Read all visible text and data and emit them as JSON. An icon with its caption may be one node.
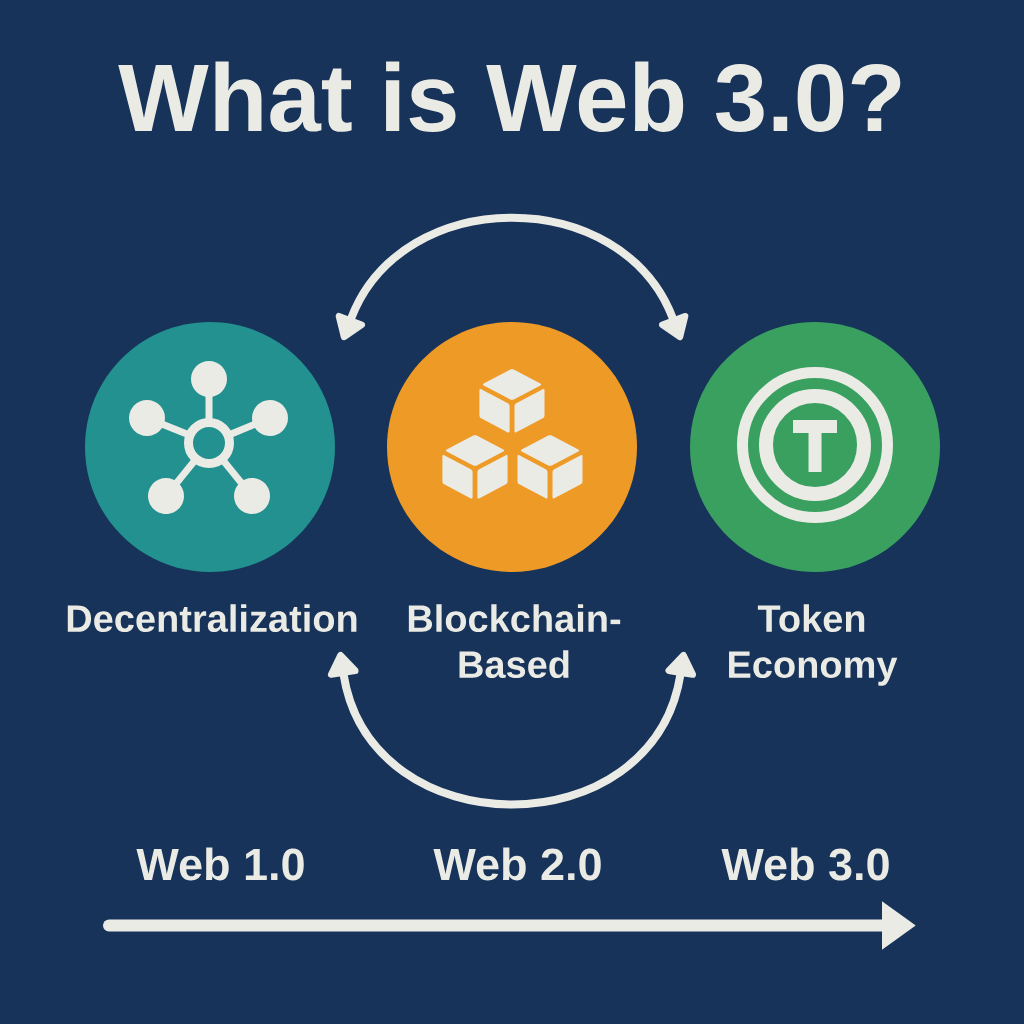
{
  "diagram": {
    "title": "What is Web 3.0?",
    "nodes": [
      {
        "text": [
          "Decentralization"
        ]
      },
      {
        "text": [
          "Blockchain-Based"
        ]
      },
      {
        "text": [
          "Token Economy"
        ]
      }
    ],
    "edges": [
      {
        "from": 0,
        "to": 2,
        "arrow": "both"
      },
      {
        "from": 0,
        "to": 2,
        "arrow": "both"
      }
    ],
    "labels": [
      "Web 1.0",
      "Web 2.0",
      "Web 3.0"
    ]
  }
}
